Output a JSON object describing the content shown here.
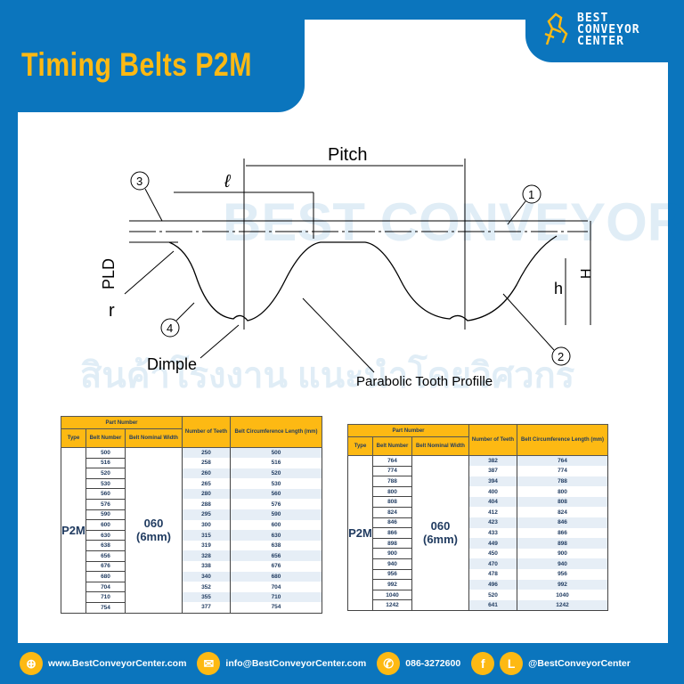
{
  "title": "Timing Belts P2M",
  "logo": {
    "line1": "BEST",
    "line2": "CONVEYOR",
    "line3": "CENTER"
  },
  "diagram": {
    "pitch": "Pitch",
    "ell": "ℓ",
    "pld": "PLD",
    "r": "r",
    "h": "h",
    "H": "H",
    "dimple": "Dimple",
    "parabolic": "Parabolic Tooth Profille",
    "callouts": [
      "1",
      "2",
      "3",
      "4"
    ],
    "watermark": "BEST CONVEYOR CENTER",
    "watermark_thai": "สินค้าโรงงาน แนะนำโดยวิศวกร"
  },
  "table_headers": {
    "part_number": "Part Number",
    "type": "Type",
    "belt_number": "Belt Number",
    "nominal_width": "Belt Nominal Width",
    "teeth": "Number of Teeth",
    "length": "Belt Circumference Length (mm)"
  },
  "tables": [
    {
      "type": "P2M",
      "width": "060",
      "width_mm": "(6mm)",
      "belt_numbers": [
        "500",
        "516",
        "520",
        "530",
        "560",
        "576",
        "590",
        "600",
        "630",
        "638",
        "656",
        "676",
        "680",
        "704",
        "710",
        "754"
      ],
      "teeth": [
        "250",
        "258",
        "260",
        "265",
        "280",
        "288",
        "295",
        "300",
        "315",
        "319",
        "328",
        "338",
        "340",
        "352",
        "355",
        "377"
      ],
      "lengths": [
        "500",
        "516",
        "520",
        "530",
        "560",
        "576",
        "590",
        "600",
        "630",
        "638",
        "656",
        "676",
        "680",
        "704",
        "710",
        "754"
      ]
    },
    {
      "type": "P2M",
      "width": "060",
      "width_mm": "(6mm)",
      "belt_numbers": [
        "764",
        "774",
        "788",
        "800",
        "808",
        "824",
        "846",
        "866",
        "898",
        "900",
        "940",
        "956",
        "992",
        "1040",
        "1242"
      ],
      "teeth": [
        "382",
        "387",
        "394",
        "400",
        "404",
        "412",
        "423",
        "433",
        "449",
        "450",
        "470",
        "478",
        "496",
        "520",
        "641"
      ],
      "lengths": [
        "764",
        "774",
        "788",
        "800",
        "808",
        "824",
        "846",
        "866",
        "898",
        "900",
        "940",
        "956",
        "992",
        "1040",
        "1242"
      ]
    }
  ],
  "footer": {
    "website": "www.BestConveyorCenter.com",
    "email": "info@BestConveyorCenter.com",
    "phone": "086-3272600",
    "social": "@BestConveyorCenter",
    "fb": "f",
    "line": "L"
  },
  "colors": {
    "blue": "#0b75bd",
    "yellow": "#fdb913"
  }
}
